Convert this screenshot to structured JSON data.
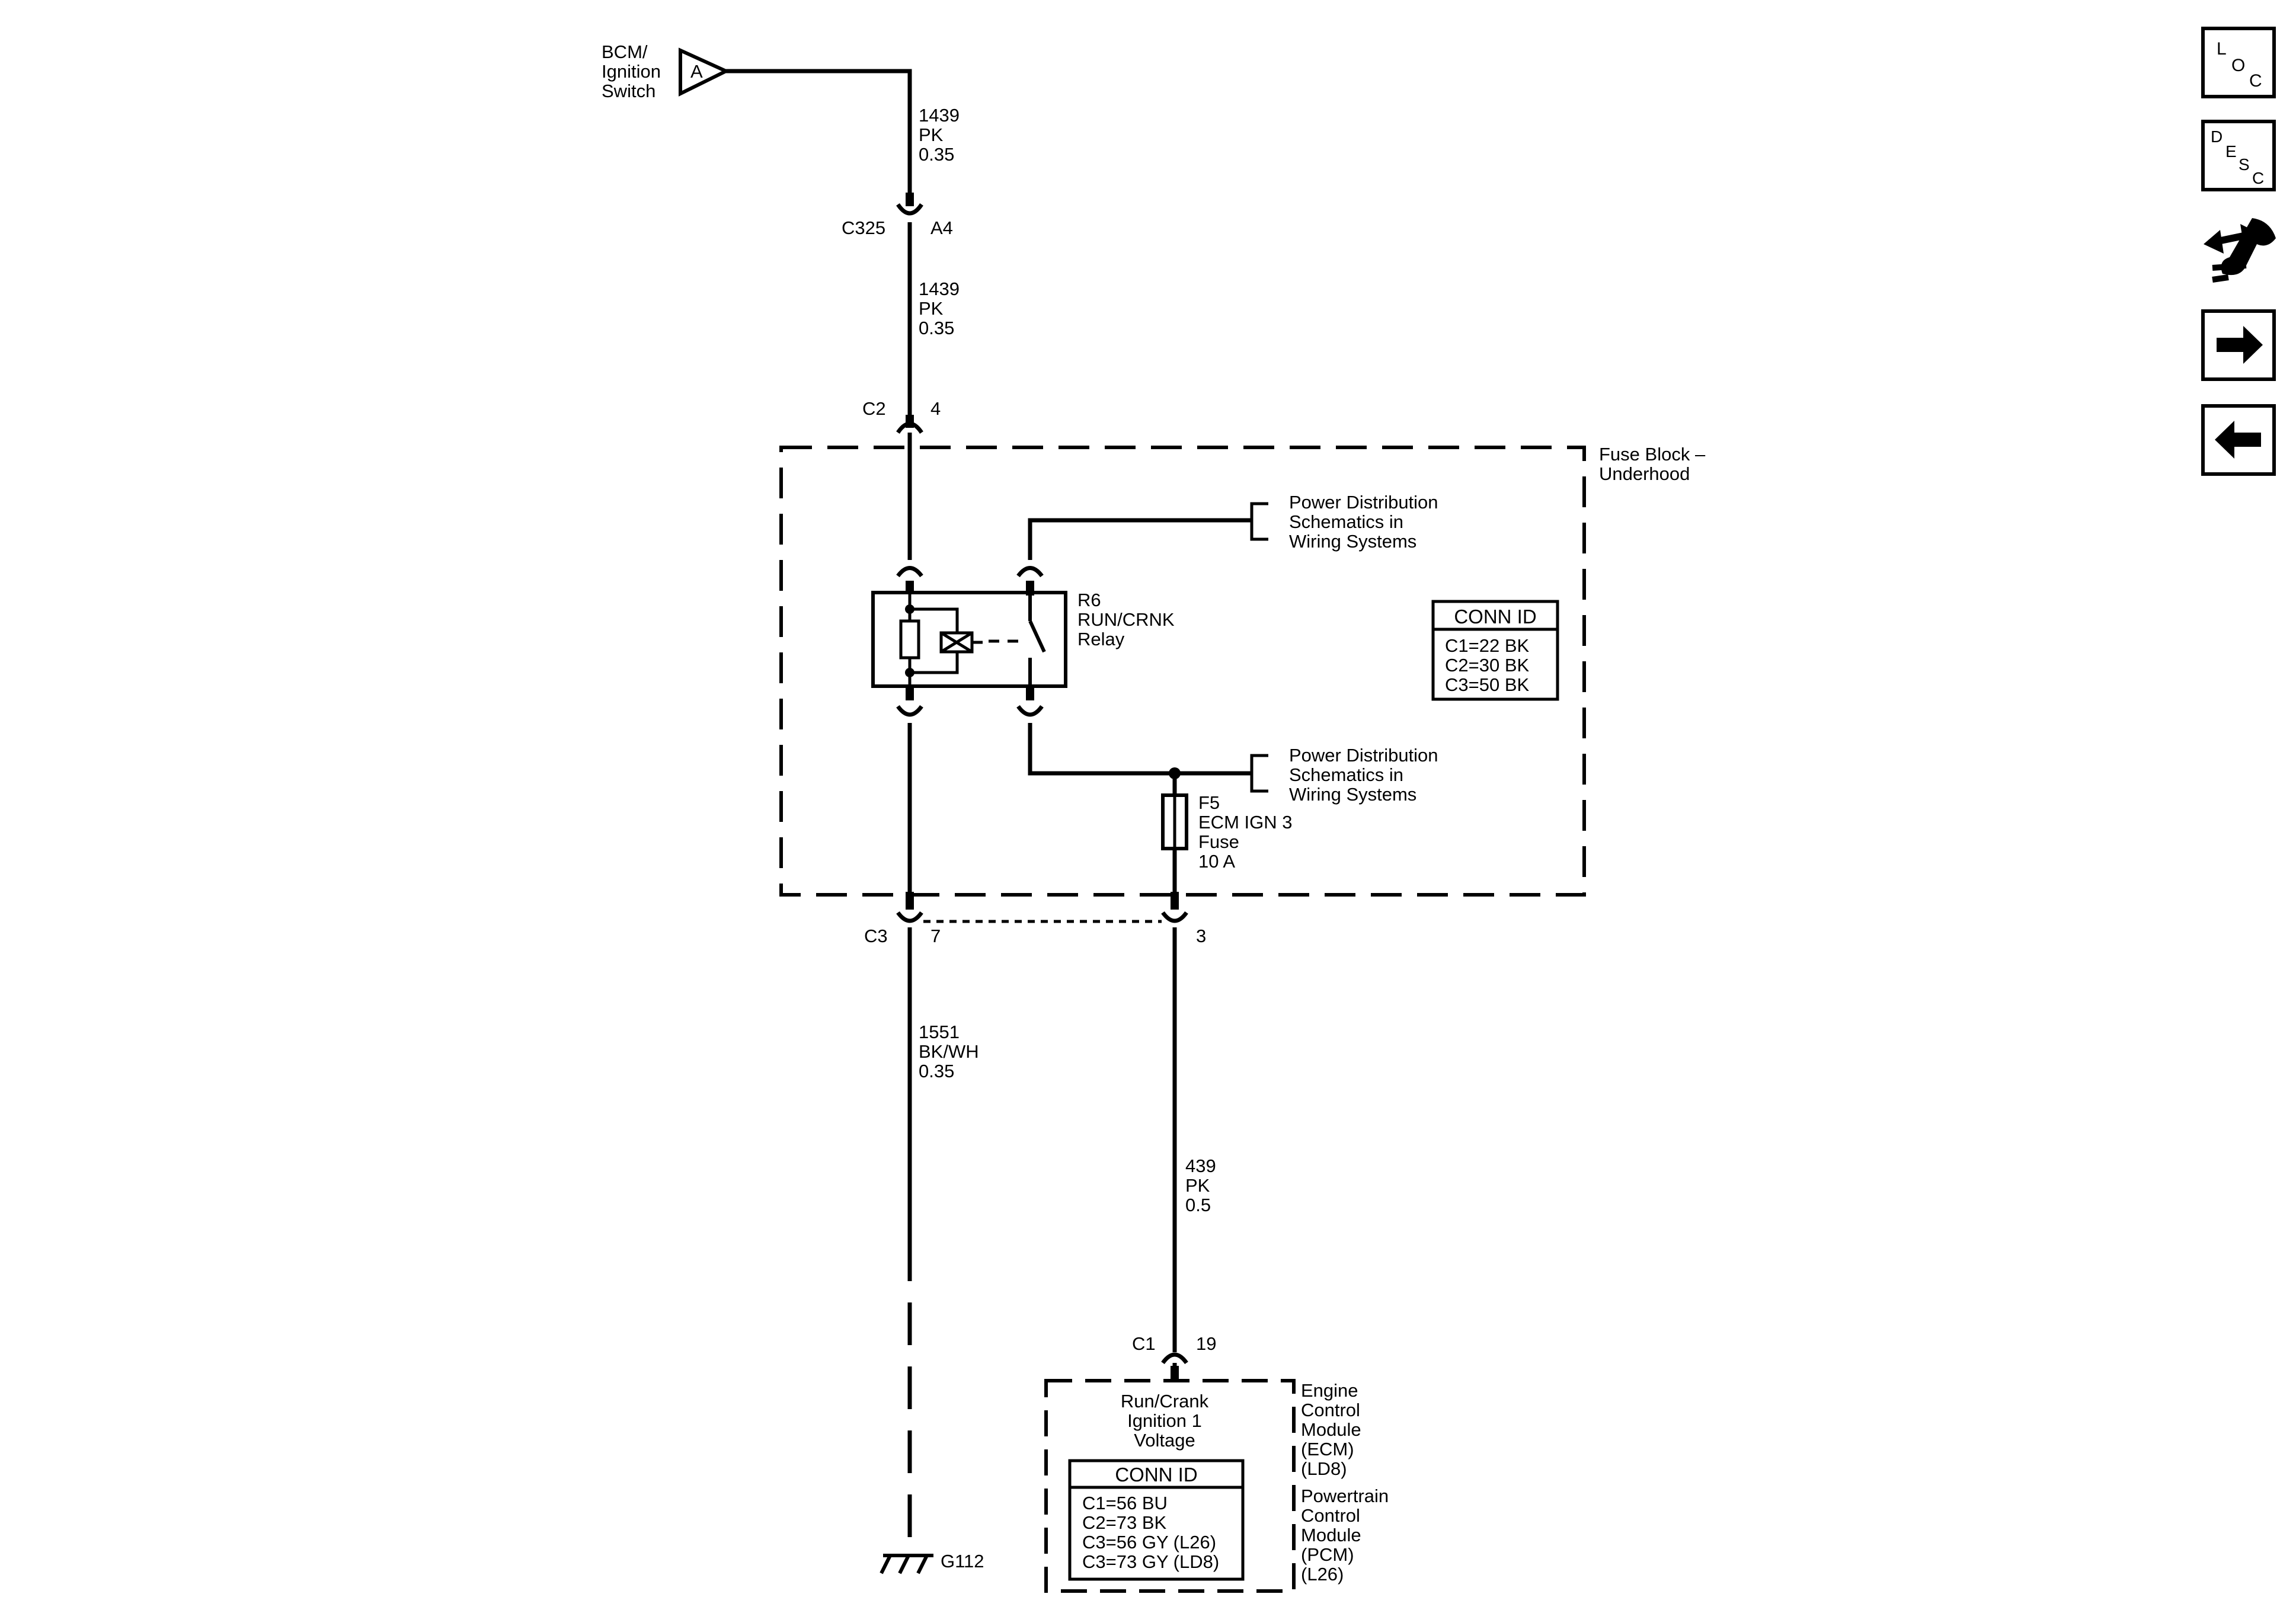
{
  "source": {
    "label_lines": [
      "BCM/",
      "Ignition",
      "Switch"
    ],
    "flag": "A"
  },
  "wire_top_1": {
    "lines": [
      "1439",
      "PK",
      "0.35"
    ]
  },
  "connector_c325": {
    "name": "C325",
    "pin": "A4"
  },
  "wire_top_2": {
    "lines": [
      "1439",
      "PK",
      "0.35"
    ]
  },
  "connector_c2": {
    "name": "C2",
    "pin": "4"
  },
  "fuse_block": {
    "label_lines": [
      "Fuse Block –",
      "Underhood"
    ]
  },
  "power_dist_top": {
    "lines": [
      "Power Distribution",
      "Schematics in",
      "Wiring Systems"
    ]
  },
  "power_dist_bottom": {
    "lines": [
      "Power Distribution",
      "Schematics in",
      "Wiring Systems"
    ]
  },
  "relay": {
    "lines": [
      "R6",
      "RUN/CRNK",
      "Relay"
    ]
  },
  "fuse_block_conn_id": {
    "title": "CONN ID",
    "rows": [
      "C1=22 BK",
      "C2=30 BK",
      "C3=50 BK"
    ]
  },
  "fuse": {
    "lines": [
      "F5",
      "ECM IGN 3",
      "Fuse",
      "10 A"
    ]
  },
  "connector_c3": {
    "name": "C3",
    "pin": "7"
  },
  "connector_c3_right": {
    "pin": "3"
  },
  "wire_ground": {
    "lines": [
      "1551",
      "BK/WH",
      "0.35"
    ]
  },
  "wire_ecm": {
    "lines": [
      "439",
      "PK",
      "0.5"
    ]
  },
  "connector_c1": {
    "name": "C1",
    "pin": "19"
  },
  "ecm_input": {
    "lines": [
      "Run/Crank",
      "Ignition 1",
      "Voltage"
    ]
  },
  "ecm_conn_id": {
    "title": "CONN ID",
    "rows": [
      "C1=56 BU",
      "C2=73 BK",
      "C3=56 GY (L26)",
      "C3=73 GY (LD8)"
    ]
  },
  "ecm_module": {
    "lines": [
      "Engine",
      "Control",
      "Module",
      "(ECM)",
      "(LD8)"
    ]
  },
  "pcm_module": {
    "lines": [
      "Powertrain",
      "Control",
      "Module",
      "(PCM)",
      "(L26)"
    ]
  },
  "ground": {
    "name": "G112"
  },
  "nav": {
    "loc": [
      "L",
      "O",
      "C"
    ],
    "desc": [
      "D",
      "E",
      "S",
      "C"
    ]
  }
}
